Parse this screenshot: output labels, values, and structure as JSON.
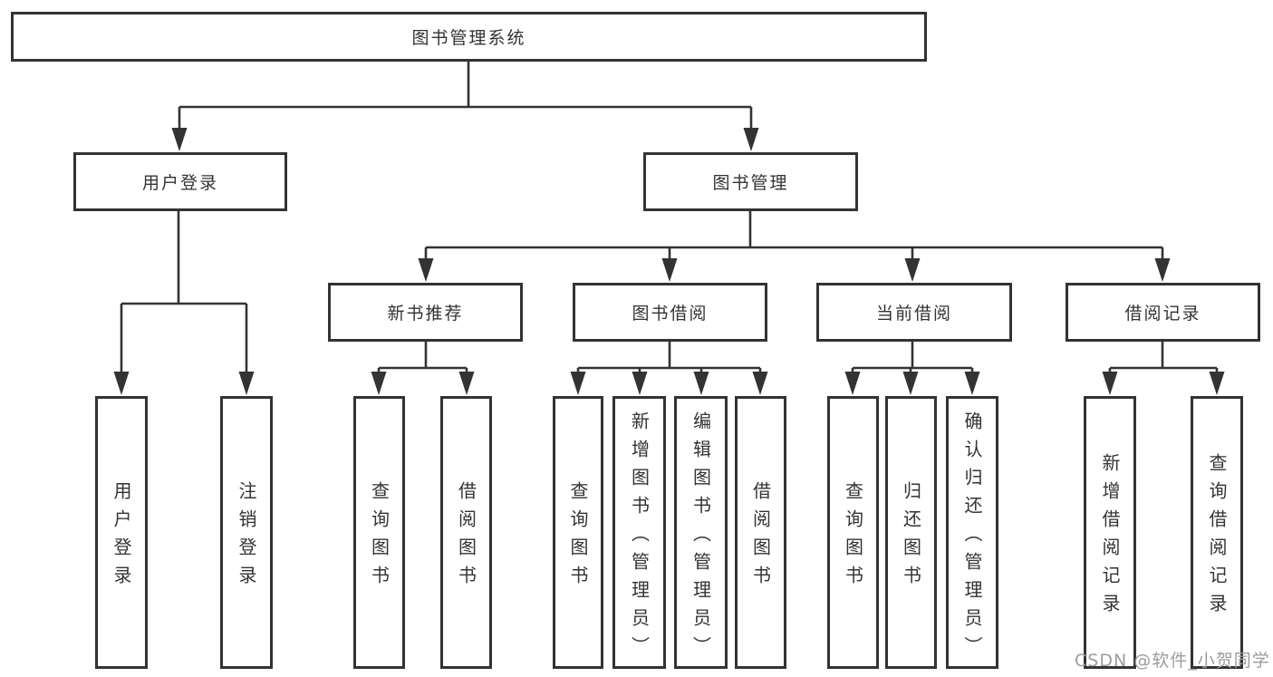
{
  "diagram": {
    "root": "图书管理系统",
    "branches": {
      "user_login": "用户登录",
      "book_mgmt": "图书管理"
    },
    "modules": {
      "new_books": "新书推荐",
      "borrowing": "图书借阅",
      "current": "当前借阅",
      "records": "借阅记录"
    },
    "leaves": {
      "user_login": [
        "用户登录",
        "注销登录"
      ],
      "new_books": [
        "查询图书",
        "借阅图书"
      ],
      "borrowing": [
        "查询图书",
        "新增图书（管理员）",
        "编辑图书（管理员）",
        "借阅图书"
      ],
      "current": [
        "查询图书",
        "归还图书",
        "确认归还（管理员）"
      ],
      "records": [
        "新增借阅记录",
        "查询借阅记录"
      ]
    }
  },
  "colors": {
    "line": "#333333",
    "box_border": "#333333",
    "text": "#333333",
    "watermark": "#9d9d9d",
    "background": "#ffffff"
  },
  "watermark": "CSDN @软件_小贺同学"
}
